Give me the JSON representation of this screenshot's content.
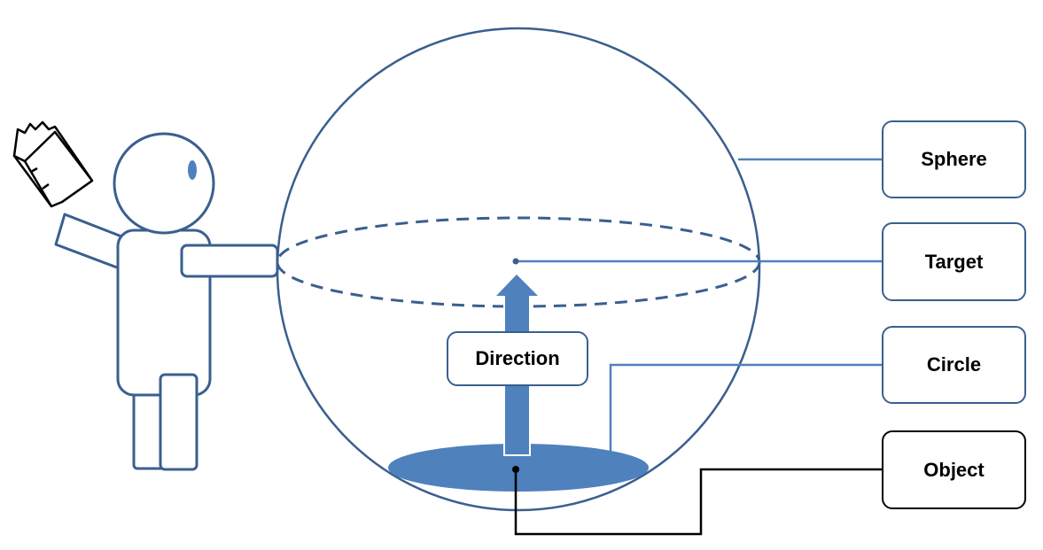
{
  "labels": {
    "sphere": "Sphere",
    "target": "Target",
    "circle": "Circle",
    "object": "Object",
    "direction": "Direction"
  },
  "colors": {
    "outline": "#3a5f8f",
    "fill": "#4f81bd",
    "connector": "#4f81bd",
    "object_connector": "#000000"
  }
}
